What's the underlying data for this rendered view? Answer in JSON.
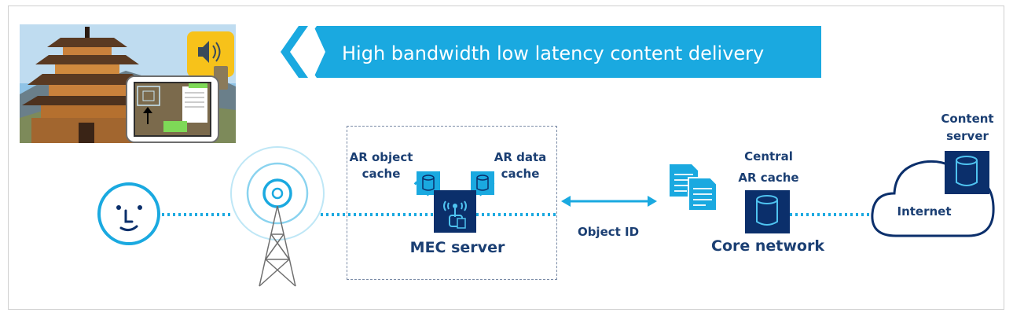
{
  "banner": {
    "text": "High bandwidth low latency content delivery"
  },
  "labels": {
    "ar_object_cache": "AR object\ncache",
    "ar_data_cache": "AR data\ncache",
    "mec_server": "MEC server",
    "object_id": "Object ID",
    "central_ar_cache": "Central\nAR cache",
    "core_network": "Core network",
    "content_server": "Content\nserver",
    "internet": "Internet"
  },
  "colors": {
    "accent": "#1aa9e0",
    "dark_blue": "#0b2f6b",
    "label_text": "#1b3f73"
  }
}
